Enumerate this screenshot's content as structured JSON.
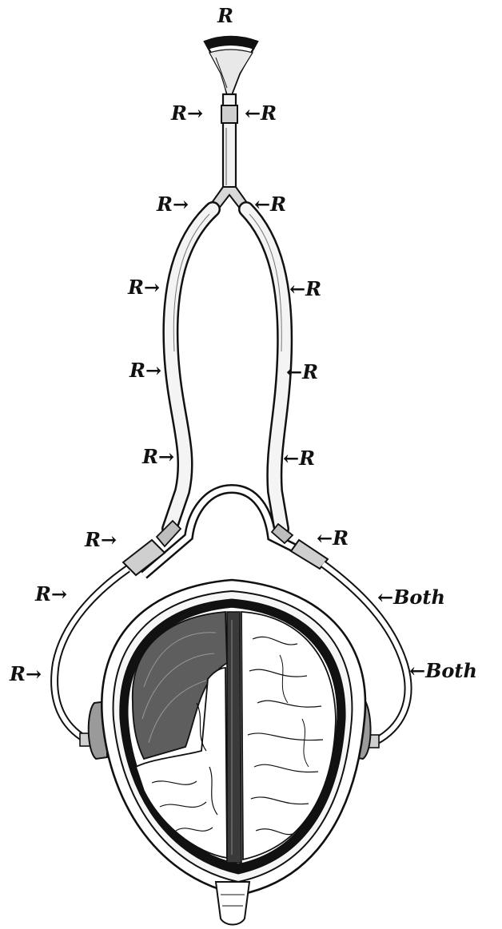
{
  "colors": {
    "ink": "#111111",
    "paper": "#ffffff",
    "shade": "#6a6a6a",
    "tube": "#f4f4f4"
  },
  "labels": {
    "top": "R",
    "stem_upper_left": "R→",
    "stem_upper_right": "←R",
    "fork_left": "R→",
    "fork_right": "←R",
    "left_tube_1": "R→",
    "right_tube_1": "←R",
    "left_tube_2": "R→",
    "right_tube_2": "←R",
    "left_tube_3": "R→",
    "right_tube_3": "←R",
    "yoke_left": "R→",
    "yoke_right": "←R",
    "left_wire_1": "R→",
    "left_wire_2": "R→",
    "right_wire_1": "←Both",
    "right_wire_2": "←Both"
  }
}
